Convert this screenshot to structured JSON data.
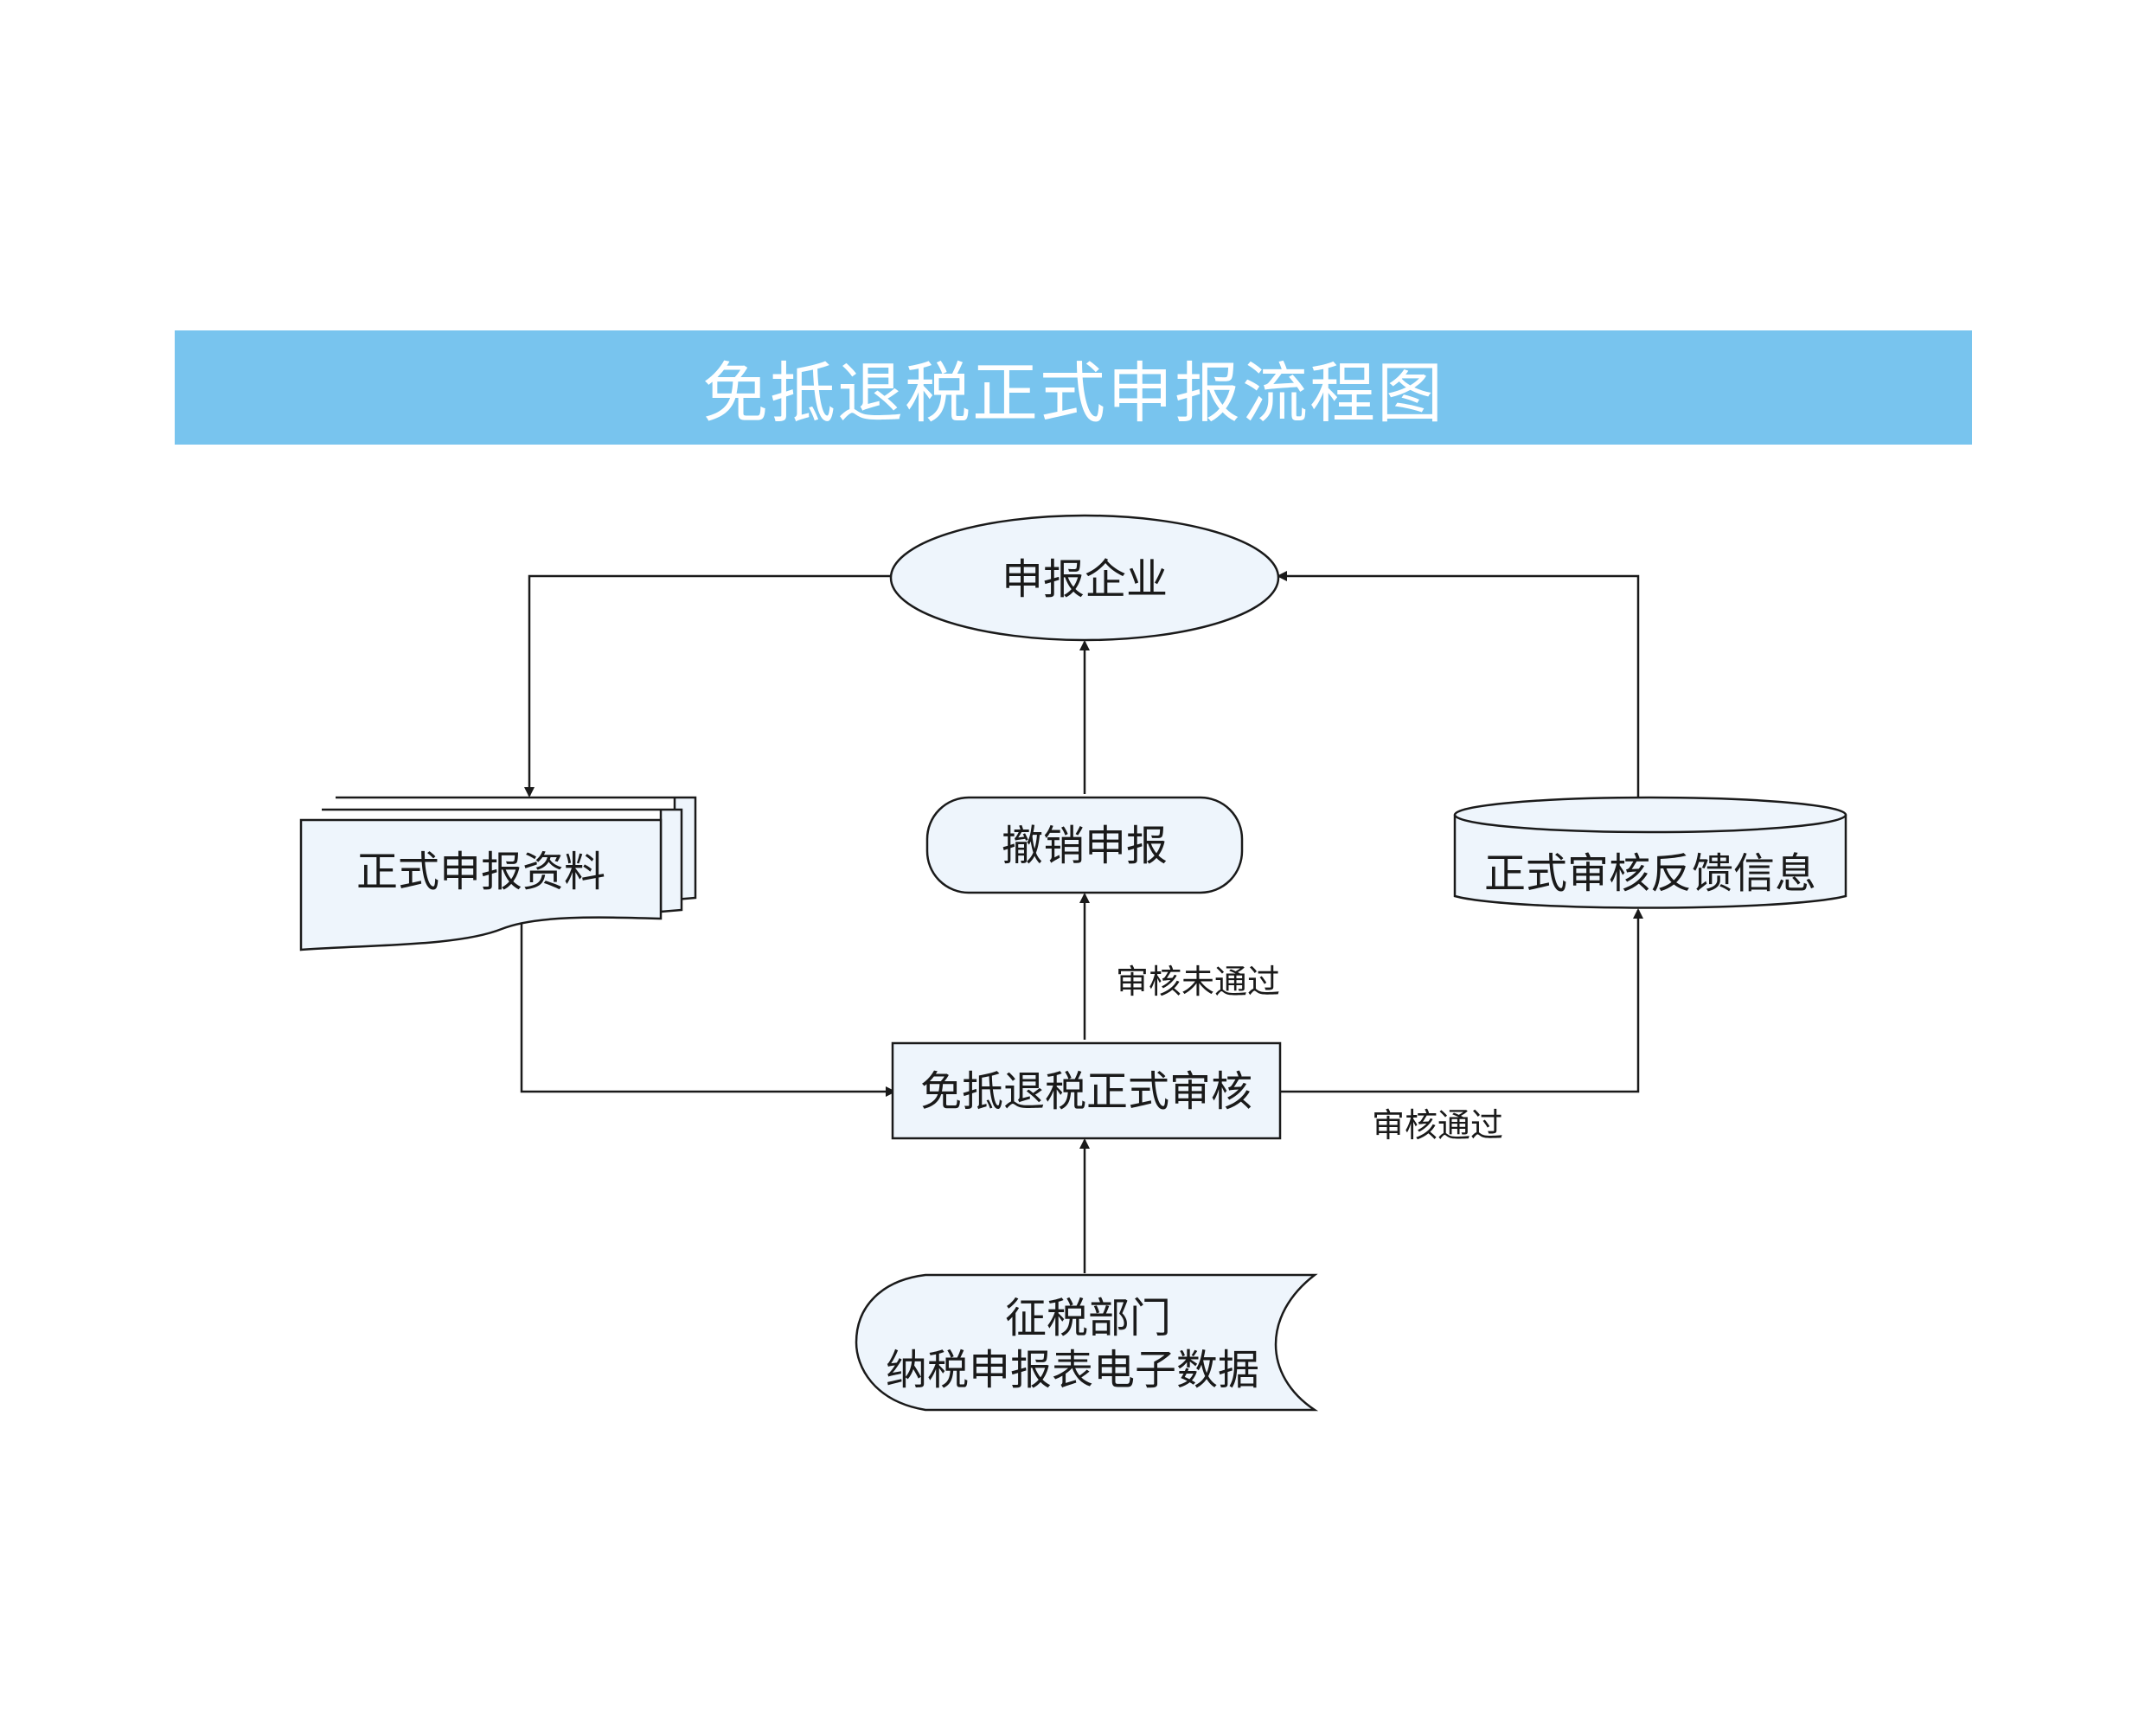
{
  "title": "免抵退税正式申报流程图",
  "colors": {
    "title_bar": "#78c4ee",
    "node_fill": "#eef5fc",
    "stroke": "#1a1a1a"
  },
  "nodes": {
    "enterprise": {
      "label": "申报企业",
      "shape": "ellipse"
    },
    "formal_docs": {
      "label": "正式申报资料",
      "shape": "multi-document"
    },
    "revoke": {
      "label": "撤销申报",
      "shape": "rounded-rectangle"
    },
    "feedback": {
      "label": "正式审核反馈信息",
      "shape": "stored-data"
    },
    "review": {
      "label": "免抵退税正式审核",
      "shape": "rectangle"
    },
    "tax_data": {
      "lines": [
        "征税部门",
        "纳税申报表电子数据"
      ],
      "shape": "stored-data"
    }
  },
  "edges": {
    "not_passed": "审核未通过",
    "passed": "审核通过"
  }
}
